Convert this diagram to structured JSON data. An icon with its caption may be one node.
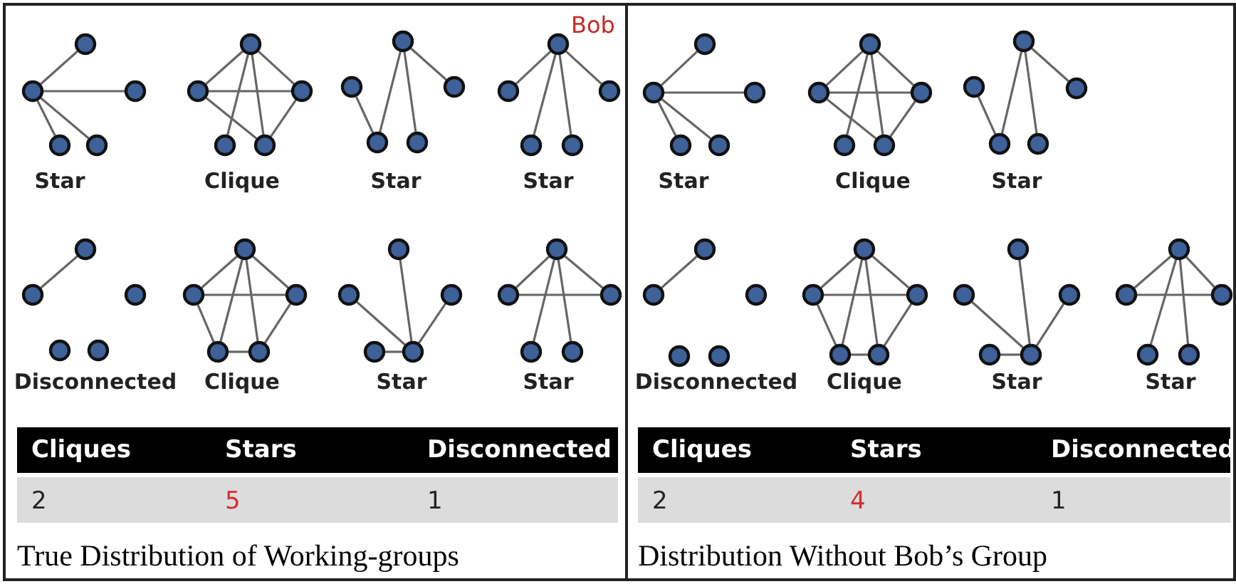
{
  "diagram": {
    "nodes": [
      {
        "text": [],
        "shape": "circle"
      },
      {
        "text": [],
        "shape": "circle"
      },
      {
        "text": [],
        "shape": "circle"
      },
      {
        "text": [],
        "shape": "circle"
      },
      {
        "text": [],
        "shape": "circle"
      },
      {
        "text": [],
        "shape": "circle"
      },
      {
        "text": [],
        "shape": "circle"
      },
      {
        "text": [],
        "shape": "circle"
      },
      {
        "text": [],
        "shape": "circle"
      },
      {
        "text": [],
        "shape": "circle"
      },
      {
        "text": [],
        "shape": "circle"
      },
      {
        "text": [],
        "shape": "circle"
      },
      {
        "text": [],
        "shape": "circle"
      },
      {
        "text": [],
        "shape": "circle"
      },
      {
        "text": [],
        "shape": "circle"
      },
      {
        "text": [],
        "shape": "circle",
        "beside": [
          "Bob"
        ]
      },
      {
        "text": [],
        "shape": "circle"
      },
      {
        "text": [],
        "shape": "circle"
      },
      {
        "text": [],
        "shape": "circle"
      },
      {
        "text": [],
        "shape": "circle"
      },
      {
        "text": [],
        "shape": "circle"
      },
      {
        "text": [],
        "shape": "circle"
      },
      {
        "text": [],
        "shape": "circle"
      },
      {
        "text": [],
        "shape": "circle"
      },
      {
        "text": [],
        "shape": "circle"
      },
      {
        "text": [],
        "shape": "circle"
      },
      {
        "text": [],
        "shape": "circle"
      },
      {
        "text": [],
        "shape": "circle"
      },
      {
        "text": [],
        "shape": "circle"
      },
      {
        "text": [],
        "shape": "circle"
      },
      {
        "text": [],
        "shape": "circle"
      },
      {
        "text": [],
        "shape": "circle"
      },
      {
        "text": [],
        "shape": "circle"
      },
      {
        "text": [],
        "shape": "circle"
      },
      {
        "text": [],
        "shape": "circle"
      },
      {
        "text": [],
        "shape": "circle"
      },
      {
        "text": [],
        "shape": "circle"
      },
      {
        "text": [],
        "shape": "circle"
      },
      {
        "text": [],
        "shape": "circle"
      },
      {
        "text": [],
        "shape": "circle"
      },
      {
        "text": [],
        "shape": "circle"
      },
      {
        "text": [],
        "shape": "circle"
      },
      {
        "text": [],
        "shape": "circle"
      },
      {
        "text": [],
        "shape": "circle"
      },
      {
        "text": [],
        "shape": "circle"
      },
      {
        "text": [],
        "shape": "circle"
      },
      {
        "text": [],
        "shape": "circle"
      },
      {
        "text": [],
        "shape": "circle"
      },
      {
        "text": [],
        "shape": "circle"
      },
      {
        "text": [],
        "shape": "circle"
      },
      {
        "text": [],
        "shape": "circle"
      },
      {
        "text": [],
        "shape": "circle"
      },
      {
        "text": [],
        "shape": "circle"
      },
      {
        "text": [],
        "shape": "circle"
      },
      {
        "text": [],
        "shape": "circle"
      },
      {
        "text": [],
        "shape": "circle"
      },
      {
        "text": [],
        "shape": "circle"
      },
      {
        "text": [],
        "shape": "circle"
      },
      {
        "text": [],
        "shape": "circle"
      },
      {
        "text": [],
        "shape": "circle"
      },
      {
        "text": [],
        "shape": "circle"
      },
      {
        "text": [],
        "shape": "circle"
      },
      {
        "text": [],
        "shape": "circle"
      },
      {
        "text": [],
        "shape": "circle"
      },
      {
        "text": [],
        "shape": "circle"
      },
      {
        "text": [],
        "shape": "circle"
      },
      {
        "text": [],
        "shape": "circle"
      },
      {
        "text": [],
        "shape": "circle"
      },
      {
        "text": [],
        "shape": "circle"
      },
      {
        "text": [],
        "shape": "circle"
      },
      {
        "text": [],
        "shape": "circle"
      },
      {
        "text": [],
        "shape": "circle"
      },
      {
        "text": [],
        "shape": "circle"
      },
      {
        "text": [],
        "shape": "circle"
      },
      {
        "text": [],
        "shape": "circle"
      }
    ],
    "edges": [
      {
        "from": 1,
        "to": 0,
        "arrow": "none"
      },
      {
        "from": 1,
        "to": 2,
        "arrow": "none"
      },
      {
        "from": 1,
        "to": 3,
        "arrow": "none"
      },
      {
        "from": 1,
        "to": 4,
        "arrow": "none"
      },
      {
        "from": 5,
        "to": 6,
        "arrow": "none"
      },
      {
        "from": 5,
        "to": 7,
        "arrow": "none"
      },
      {
        "from": 5,
        "to": 8,
        "arrow": "none"
      },
      {
        "from": 5,
        "to": 9,
        "arrow": "none"
      },
      {
        "from": 6,
        "to": 7,
        "arrow": "none"
      },
      {
        "from": 6,
        "to": 9,
        "arrow": "none"
      },
      {
        "from": 7,
        "to": 9,
        "arrow": "none"
      },
      {
        "from": 11,
        "to": 13,
        "arrow": "none"
      },
      {
        "from": 13,
        "to": 10,
        "arrow": "none"
      },
      {
        "from": 10,
        "to": 14,
        "arrow": "none"
      },
      {
        "from": 10,
        "to": 12,
        "arrow": "none"
      },
      {
        "from": 15,
        "to": 16,
        "arrow": "none"
      },
      {
        "from": 15,
        "to": 17,
        "arrow": "none"
      },
      {
        "from": 15,
        "to": 18,
        "arrow": "none"
      },
      {
        "from": 15,
        "to": 19,
        "arrow": "none"
      },
      {
        "from": 20,
        "to": 21,
        "arrow": "none"
      },
      {
        "from": 25,
        "to": 26,
        "arrow": "none"
      },
      {
        "from": 25,
        "to": 27,
        "arrow": "none"
      },
      {
        "from": 25,
        "to": 28,
        "arrow": "none"
      },
      {
        "from": 25,
        "to": 29,
        "arrow": "none"
      },
      {
        "from": 26,
        "to": 27,
        "arrow": "none"
      },
      {
        "from": 26,
        "to": 28,
        "arrow": "none"
      },
      {
        "from": 27,
        "to": 29,
        "arrow": "none"
      },
      {
        "from": 28,
        "to": 29,
        "arrow": "none"
      },
      {
        "from": 30,
        "to": 34,
        "arrow": "none"
      },
      {
        "from": 31,
        "to": 34,
        "arrow": "none"
      },
      {
        "from": 32,
        "to": 34,
        "arrow": "none"
      },
      {
        "from": 33,
        "to": 34,
        "arrow": "none"
      },
      {
        "from": 35,
        "to": 36,
        "arrow": "none"
      },
      {
        "from": 35,
        "to": 37,
        "arrow": "none"
      },
      {
        "from": 35,
        "to": 38,
        "arrow": "none"
      },
      {
        "from": 35,
        "to": 39,
        "arrow": "none"
      },
      {
        "from": 36,
        "to": 37,
        "arrow": "none"
      },
      {
        "from": 41,
        "to": 40,
        "arrow": "none"
      },
      {
        "from": 41,
        "to": 42,
        "arrow": "none"
      },
      {
        "from": 41,
        "to": 43,
        "arrow": "none"
      },
      {
        "from": 41,
        "to": 44,
        "arrow": "none"
      },
      {
        "from": 45,
        "to": 46,
        "arrow": "none"
      },
      {
        "from": 45,
        "to": 47,
        "arrow": "none"
      },
      {
        "from": 45,
        "to": 48,
        "arrow": "none"
      },
      {
        "from": 45,
        "to": 49,
        "arrow": "none"
      },
      {
        "from": 46,
        "to": 47,
        "arrow": "none"
      },
      {
        "from": 46,
        "to": 49,
        "arrow": "none"
      },
      {
        "from": 47,
        "to": 49,
        "arrow": "none"
      },
      {
        "from": 51,
        "to": 53,
        "arrow": "none"
      },
      {
        "from": 53,
        "to": 50,
        "arrow": "none"
      },
      {
        "from": 50,
        "to": 54,
        "arrow": "none"
      },
      {
        "from": 50,
        "to": 52,
        "arrow": "none"
      },
      {
        "from": 55,
        "to": 56,
        "arrow": "none"
      },
      {
        "from": 60,
        "to": 61,
        "arrow": "none"
      },
      {
        "from": 60,
        "to": 62,
        "arrow": "none"
      },
      {
        "from": 60,
        "to": 63,
        "arrow": "none"
      },
      {
        "from": 60,
        "to": 64,
        "arrow": "none"
      },
      {
        "from": 61,
        "to": 62,
        "arrow": "none"
      },
      {
        "from": 61,
        "to": 63,
        "arrow": "none"
      },
      {
        "from": 62,
        "to": 64,
        "arrow": "none"
      },
      {
        "from": 63,
        "to": 64,
        "arrow": "none"
      },
      {
        "from": 65,
        "to": 69,
        "arrow": "none"
      },
      {
        "from": 66,
        "to": 69,
        "arrow": "none"
      },
      {
        "from": 67,
        "to": 69,
        "arrow": "none"
      },
      {
        "from": 68,
        "to": 69,
        "arrow": "none"
      },
      {
        "from": 70,
        "to": 71,
        "arrow": "none"
      },
      {
        "from": 70,
        "to": 72,
        "arrow": "none"
      },
      {
        "from": 70,
        "to": 73,
        "arrow": "none"
      },
      {
        "from": 70,
        "to": 74,
        "arrow": "none"
      },
      {
        "from": 71,
        "to": 72,
        "arrow": "none"
      }
    ],
    "labels": [
      "Star",
      "Clique",
      "Star",
      "Star",
      "Disconnected",
      "Clique",
      "Star",
      "Star",
      "Cliques",
      "Stars",
      "Disconnected",
      "2",
      "5",
      "1",
      "True Distribution of Working-groups",
      "Star",
      "Clique",
      "Star",
      "Disconnected",
      "Clique",
      "Star",
      "Star",
      "Cliques",
      "Stars",
      "Disconnected",
      "2",
      "4",
      "1",
      "Distribution Without Bob’s Group"
    ]
  }
}
